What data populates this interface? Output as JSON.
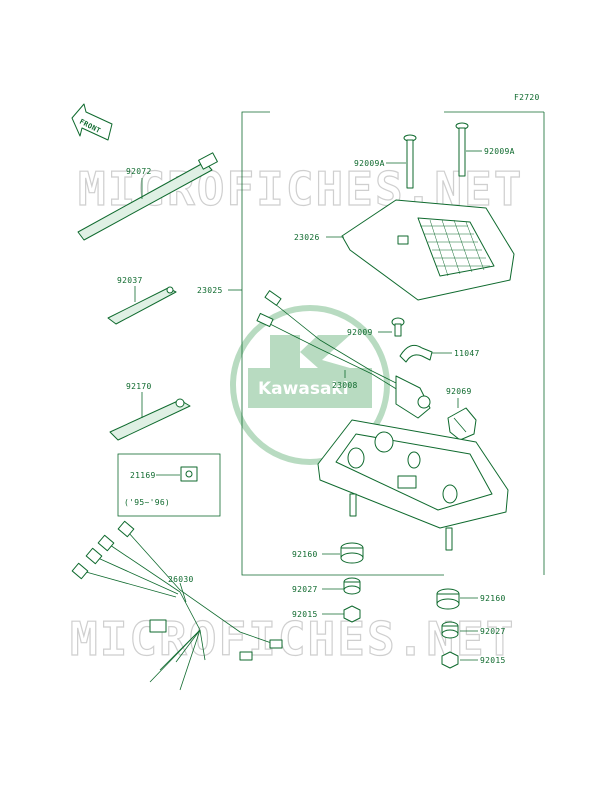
{
  "figure_code": "F2720",
  "front_label": "FRONT",
  "watermark": "MICROFICHES.NET",
  "logo_text": "Kawasaki",
  "colors": {
    "ink": "#0f6a2e",
    "watermark": "#cfcfcf",
    "logo": "#7fbf8f"
  },
  "labels": {
    "p92072": "92072",
    "p92037": "92037",
    "p92170": "92170",
    "p21169": "21169",
    "year_note": "('95~'96)",
    "p26030": "26030",
    "p23025": "23025",
    "p92009A_left": "92009A",
    "p92009A_right": "92009A",
    "p23026": "23026",
    "p92009": "92009",
    "p11047": "11047",
    "p23008": "23008",
    "p92069": "92069",
    "p92160_left": "92160",
    "p92027_left": "92027",
    "p92015_left": "92015",
    "p92160_right": "92160",
    "p92027_right": "92027",
    "p92015_right": "92015"
  }
}
